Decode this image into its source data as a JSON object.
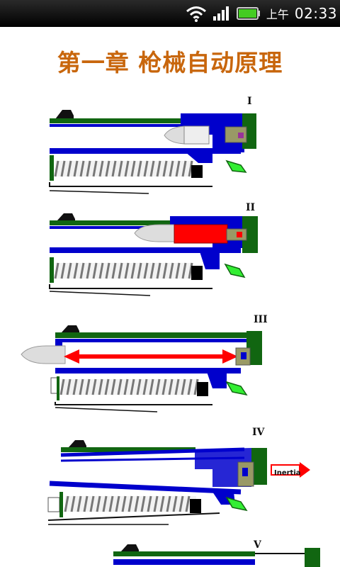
{
  "status_bar": {
    "ampm": "上午",
    "time": "02:33",
    "icons": [
      "wifi-icon",
      "signal-icon",
      "battery-icon"
    ],
    "battery_color": "#44cc22"
  },
  "page": {
    "title": "第一章 枪械自动原理"
  },
  "diagram": {
    "stages": [
      "I",
      "II",
      "III",
      "IV",
      "V"
    ],
    "annotation": "Inertia",
    "colors": {
      "barrel": "#0000cc",
      "slide": "#116611",
      "bolt": "#888833",
      "gas": "#ff0000",
      "extractor": "#33ee33",
      "title": "#c8660c"
    }
  }
}
